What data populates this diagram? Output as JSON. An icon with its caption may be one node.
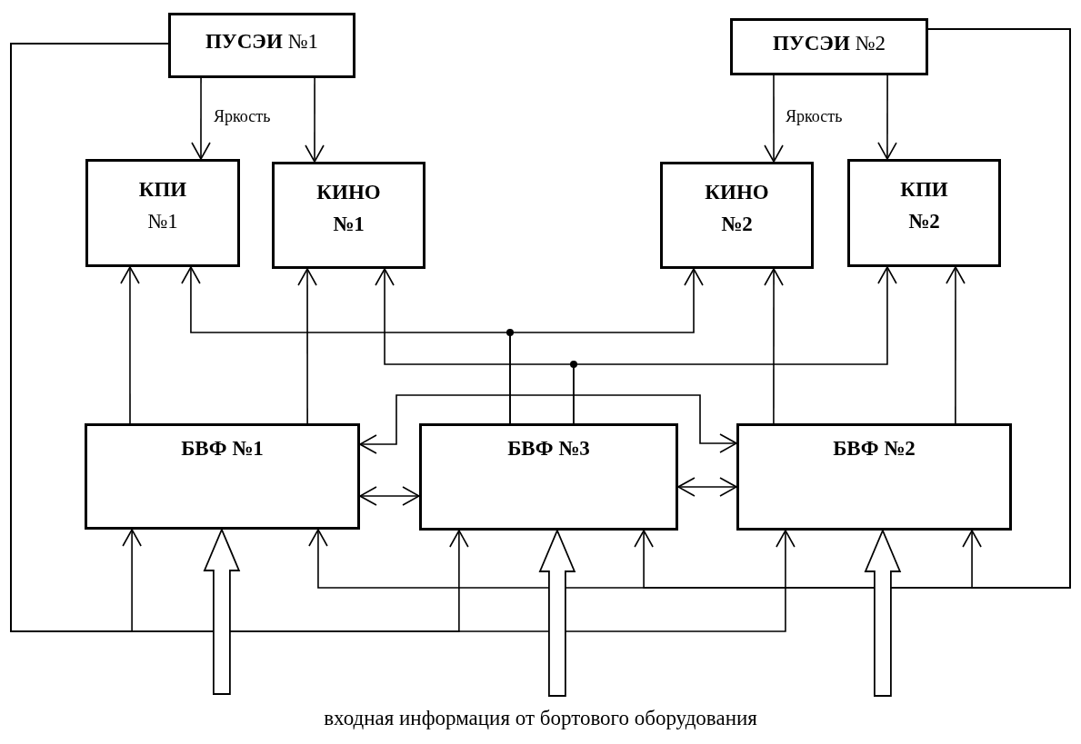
{
  "diagram": {
    "caption": "входная информация от бортового оборудования",
    "nodes": [
      {
        "text": [
          "**ПУСЭИ** №1"
        ]
      },
      {
        "text": [
          "**ПУСЭИ** №2"
        ]
      },
      {
        "text": [
          "**КПИ** №1"
        ]
      },
      {
        "text": [
          "КИНО №1"
        ]
      },
      {
        "text": [
          "КИНО №2"
        ]
      },
      {
        "text": [
          "КПИ №2"
        ]
      },
      {
        "text": [
          "БВФ №1"
        ]
      },
      {
        "text": [
          "БВФ №3"
        ]
      },
      {
        "text": [
          "БВФ №2"
        ]
      }
    ],
    "edges": [
      {
        "from": 0,
        "to": 2,
        "arrow": "to"
      },
      {
        "from": 0,
        "to": 3,
        "arrow": "to"
      },
      {
        "from": 1,
        "to": 4,
        "arrow": "to"
      },
      {
        "from": 1,
        "to": 5,
        "arrow": "to"
      },
      {
        "from": 0,
        "to": 6,
        "arrow": "to"
      },
      {
        "from": 0,
        "to": 7,
        "arrow": "to"
      },
      {
        "from": 0,
        "to": 8,
        "arrow": "to"
      },
      {
        "from": 1,
        "to": 6,
        "arrow": "to"
      },
      {
        "from": 1,
        "to": 7,
        "arrow": "to"
      },
      {
        "from": 1,
        "to": 8,
        "arrow": "to"
      },
      {
        "from": 6,
        "to": 2,
        "arrow": "to"
      },
      {
        "from": 6,
        "to": 3,
        "arrow": "to"
      },
      {
        "from": 7,
        "to": 2,
        "arrow": "to"
      },
      {
        "from": 7,
        "to": 4,
        "arrow": "to"
      },
      {
        "from": 7,
        "to": 3,
        "arrow": "to"
      },
      {
        "from": 7,
        "to": 5,
        "arrow": "to"
      },
      {
        "from": 8,
        "to": 4,
        "arrow": "to"
      },
      {
        "from": 8,
        "to": 5,
        "arrow": "to"
      },
      {
        "from": 6,
        "to": 8,
        "arrow": "both"
      },
      {
        "from": 6,
        "to": 7,
        "arrow": "both"
      },
      {
        "from": 7,
        "to": 8,
        "arrow": "both"
      },
      {
        "from": null,
        "to": 6,
        "arrow": "to",
        "style": "thick"
      },
      {
        "from": null,
        "to": 7,
        "arrow": "to",
        "style": "thick"
      },
      {
        "from": null,
        "to": 8,
        "arrow": "to",
        "style": "thick"
      }
    ],
    "labels": [
      "Яркость",
      "Яркость"
    ]
  }
}
